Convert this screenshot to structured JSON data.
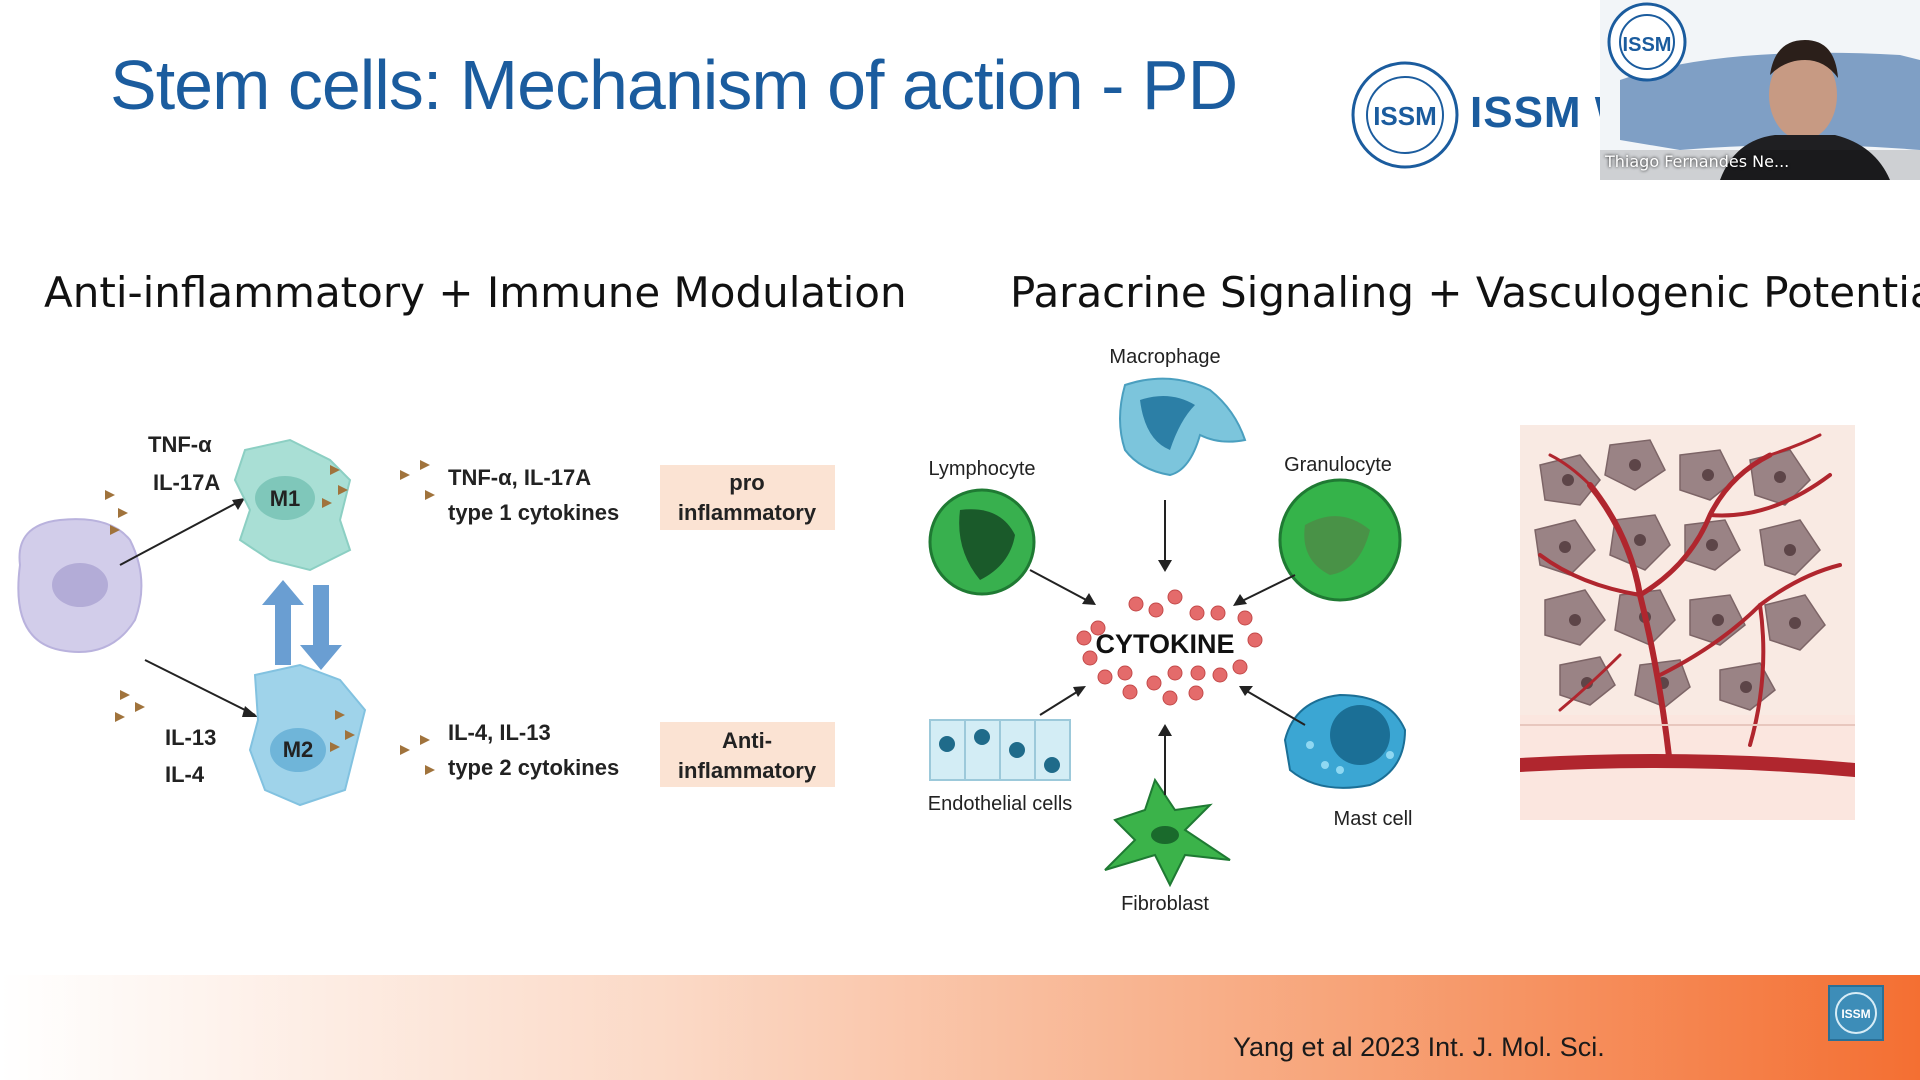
{
  "slide": {
    "title": "Stem cells: Mechanism of action - PD",
    "brand_text": "ISSM W",
    "brand_logo_text": "ISSM",
    "left_heading": "Anti-inflammatory + Immune Modulation",
    "right_heading": "Paracrine Signaling + Vasculogenic Potential",
    "citation": "Yang et al 2023 Int. J. Mol. Sci."
  },
  "macrophage_figure": {
    "m1_label": "M1",
    "m2_label": "M2",
    "m1_inputs": [
      "TNF-α",
      "IL-17A"
    ],
    "m2_inputs": [
      "IL-13",
      "IL-4"
    ],
    "m1_outputs": [
      "TNF-α, IL-17A",
      "type 1 cytokines"
    ],
    "m2_outputs": [
      "IL-4, IL-13",
      "type 2 cytokines"
    ],
    "m1_effect": [
      "pro",
      "inflammatory"
    ],
    "m2_effect": [
      "Anti-",
      "inflammatory"
    ]
  },
  "cytokine_figure": {
    "center": "CYTOKINE",
    "cells": {
      "macrophage": "Macrophage",
      "lymphocyte": "Lymphocyte",
      "granulocyte": "Granulocyte",
      "endothelial": "Endothelial cells",
      "mast": "Mast cell",
      "fibroblast": "Fibroblast"
    }
  },
  "video_call": {
    "participant_name": "Thiago Fernandes Ne..."
  },
  "colors": {
    "title_blue": "#1b5c9e",
    "footer_orange": "#f46f32",
    "effect_box": "#fbe3d3",
    "vessel_red": "#b0262e"
  }
}
